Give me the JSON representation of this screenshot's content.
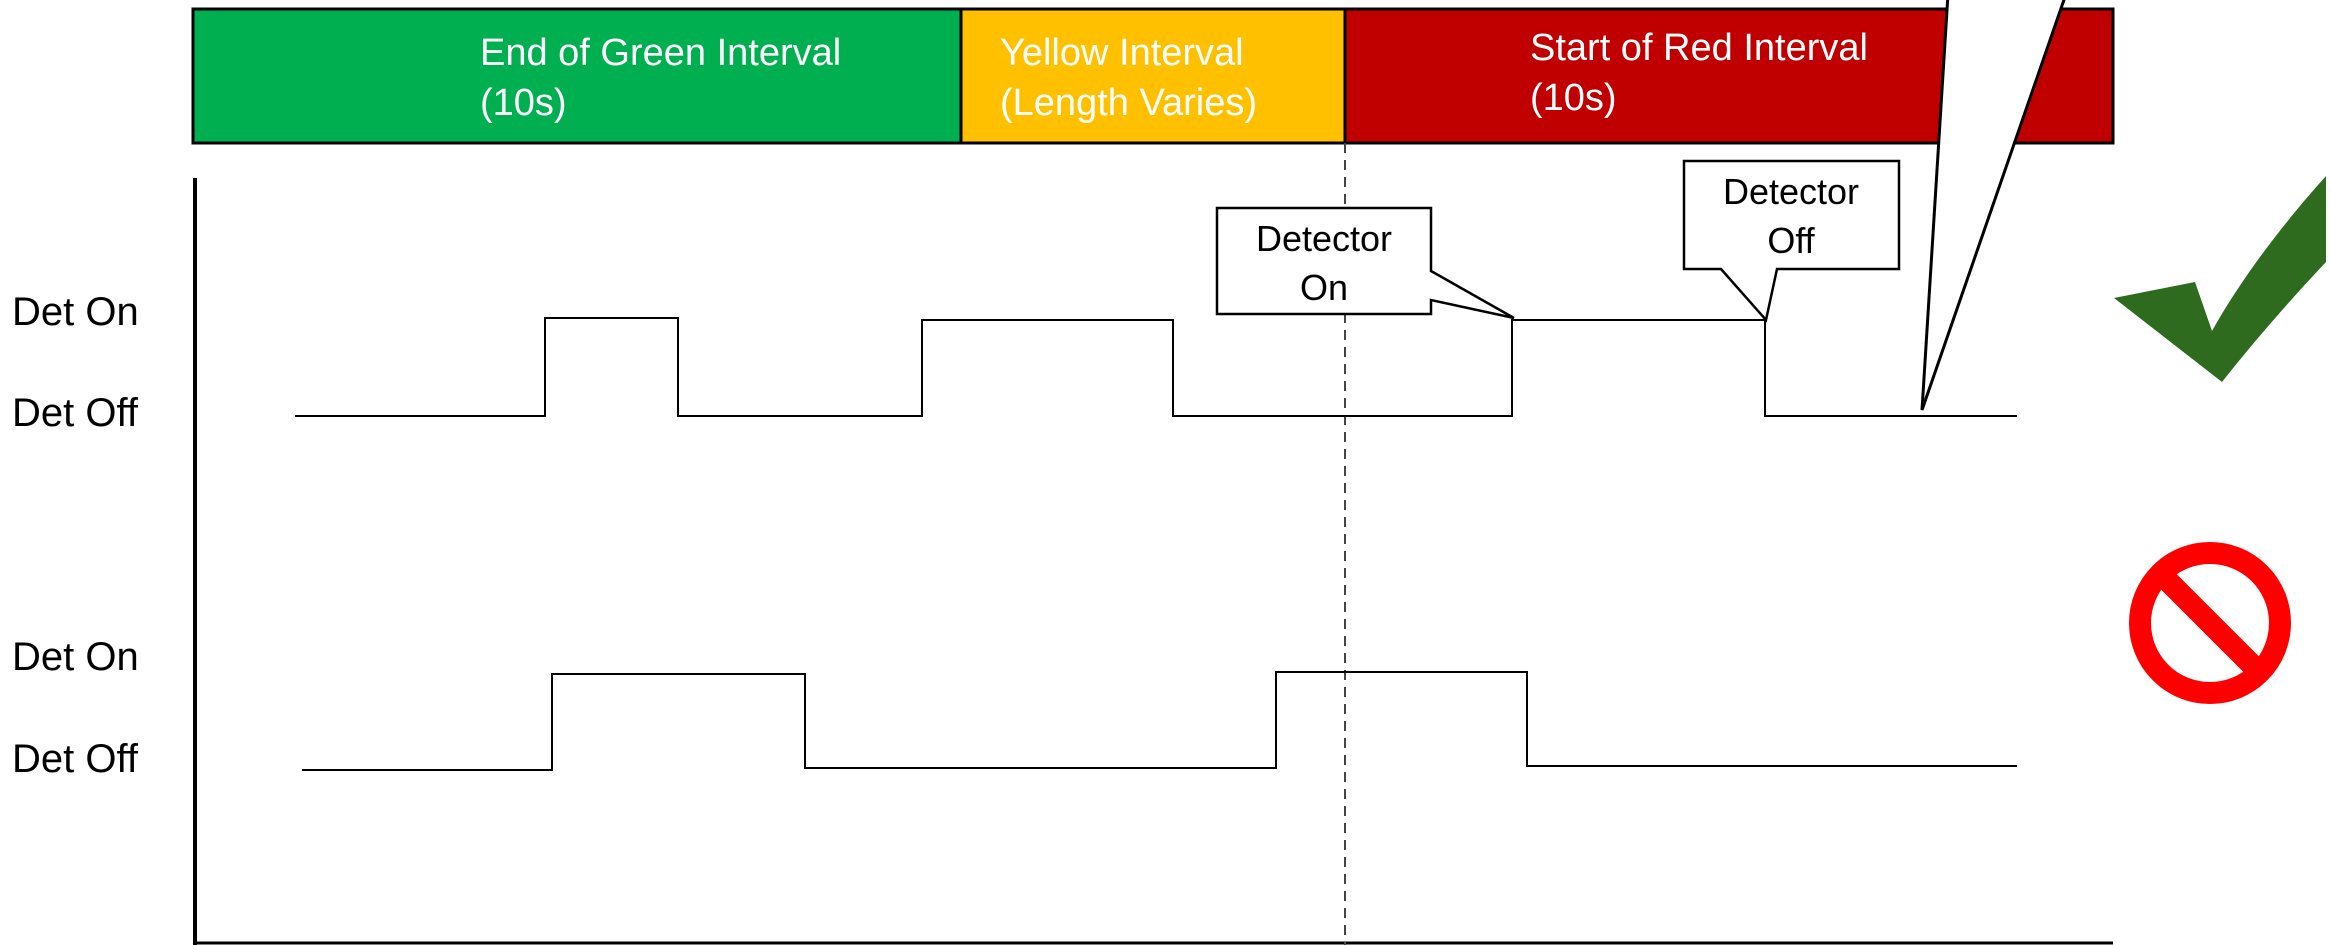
{
  "phases": [
    {
      "label_line1": "End of Green Interval",
      "label_line2": "(10s)",
      "color": "#00B050"
    },
    {
      "label_line1": "Yellow Interval",
      "label_line2": "(Length Varies)",
      "color": "#FFC000"
    },
    {
      "label_line1": "Start of Red Interval",
      "label_line2": "(10s)",
      "color": "#C00000"
    }
  ],
  "rows": [
    {
      "on_label": "Det On",
      "off_label": "Det Off",
      "status_icon": "checkmark-icon",
      "status_color": "#2E6B1F"
    },
    {
      "on_label": "Det On",
      "off_label": "Det Off",
      "status_icon": "prohibited-icon",
      "status_color": "#FF0000"
    }
  ],
  "callouts": {
    "detector_on": {
      "line1": "Detector",
      "line2": "On"
    },
    "detector_off": {
      "line1": "Detector",
      "line2": "Off"
    }
  }
}
